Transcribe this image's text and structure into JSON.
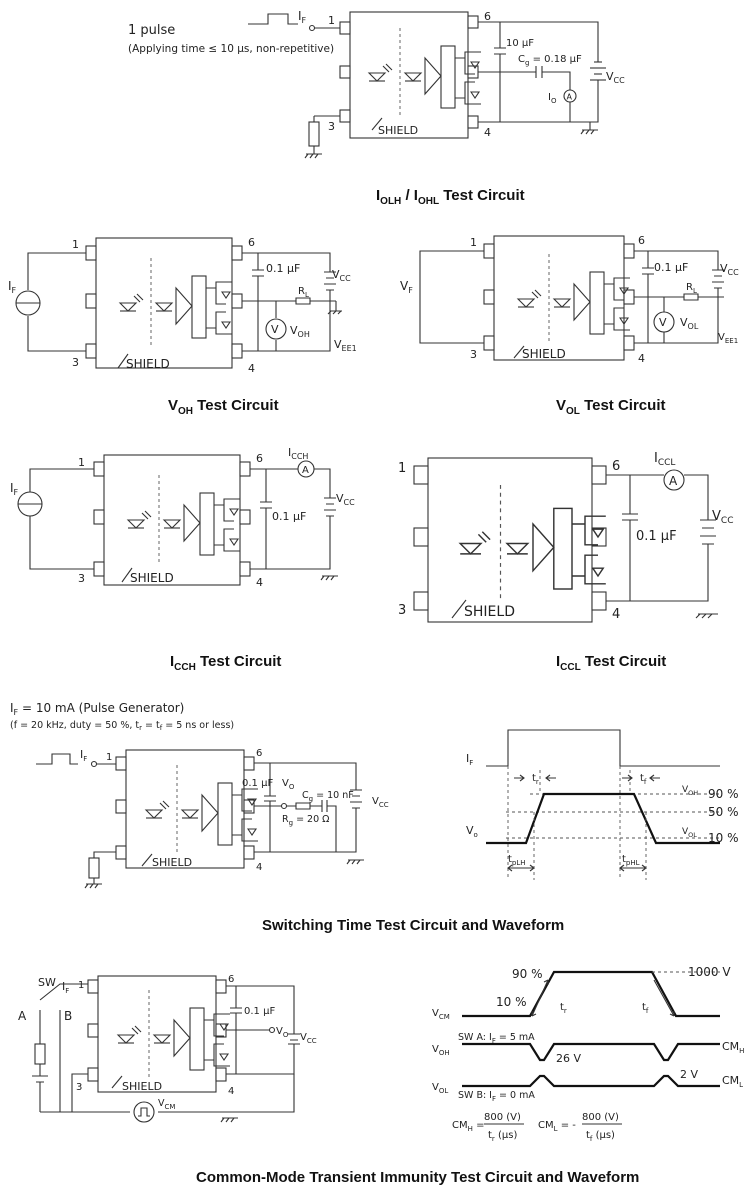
{
  "circuits": {
    "iolh": {
      "pulse_label": "1 pulse",
      "pulse_note": "(Applying time ≤ 10 μs, non-repetitive)",
      "if_label": "I",
      "if_sub": "F",
      "cap1": "10 μF",
      "cg_label": "C",
      "cg_sub": "g",
      "cg_value": " = 0.18 μF",
      "io_label": "I",
      "io_sub": "O",
      "ammeter": "A",
      "vcc_label": "V",
      "vcc_sub": "CC",
      "shield": "SHIELD",
      "pins": [
        "1",
        "6",
        "3",
        "4"
      ],
      "title_a": "I",
      "title_a_sub": "OLH",
      "title_b": " / I",
      "title_b_sub": "OHL",
      "title_c": " Test Circuit"
    },
    "voh": {
      "if_label": "I",
      "if_sub": "F",
      "cap": "0.1 μF",
      "vcc_label": "V",
      "vcc_sub": "CC",
      "rl_label": "R",
      "rl_sub": "L",
      "meter": "V",
      "vo_label": "V",
      "vo_sub": "OH",
      "vee_label": "V",
      "vee_sub": "EE1",
      "shield": "SHIELD",
      "pins": [
        "1",
        "6",
        "3",
        "4"
      ],
      "title": "V",
      "title_sub": "OH",
      "title_rest": " Test Circuit"
    },
    "vol": {
      "vf_label": "V",
      "vf_sub": "F",
      "cap": "0.1 μF",
      "vcc_label": "V",
      "vcc_sub": "CC",
      "rl_label": "R",
      "rl_sub": "L",
      "meter": "V",
      "vo_label": "V",
      "vo_sub": "OL",
      "vee_label": "V",
      "vee_sub": "EE1",
      "shield": "SHIELD",
      "pins": [
        "1",
        "6",
        "3",
        "4"
      ],
      "title": "V",
      "title_sub": "OL",
      "title_rest": " Test Circuit"
    },
    "icch": {
      "if_label": "I",
      "if_sub": "F",
      "icc_label": "I",
      "icc_sub": "CCH",
      "ammeter": "A",
      "cap": "0.1 μF",
      "vcc_label": "V",
      "vcc_sub": "CC",
      "shield": "SHIELD",
      "pins": [
        "1",
        "6",
        "3",
        "4"
      ],
      "title": "I",
      "title_sub": "CCH",
      "title_rest": " Test Circuit"
    },
    "iccl": {
      "icc_label": "I",
      "icc_sub": "CCL",
      "ammeter": "A",
      "cap": "0.1 μF",
      "vcc_label": "V",
      "vcc_sub": "CC",
      "shield": "SHIELD",
      "pins": [
        "1",
        "6",
        "3",
        "4"
      ],
      "title": "I",
      "title_sub": "CCL",
      "title_rest": " Test Circuit"
    },
    "switching": {
      "if_cond_label": "I",
      "if_cond_sub": "F",
      "if_cond_value": " = 10 mA (Pulse Generator)",
      "cond_note": "(f = 20 kHz, duty = 50 %, t",
      "cond_tr_sub": "r",
      "cond_mid": " = t",
      "cond_tf_sub": "f",
      "cond_end": " = 5 ns or less)",
      "if_label": "I",
      "if_sub": "F",
      "cap": "0.1 μF",
      "vo_label": "V",
      "vo_sub": "O",
      "cg_label": "C",
      "cg_sub": "g",
      "cg_value": " = 10 nF",
      "rg_label": "R",
      "rg_sub": "g",
      "rg_value": " = 20 Ω",
      "vcc_label": "V",
      "vcc_sub": "CC",
      "shield": "SHIELD",
      "pins": [
        "1",
        "6",
        "4"
      ],
      "wave": {
        "if_label": "I",
        "if_sub": "F",
        "vo_label": "V",
        "vo_sub": "o",
        "voh_label": "V",
        "voh_sub": "OH",
        "vol_label": "V",
        "vol_sub": "OL",
        "tr_label": "t",
        "tr_sub": "r",
        "tf_label": "t",
        "tf_sub": "f",
        "tplh_label": "t",
        "tplh_sub": "pLH",
        "tphl_label": "t",
        "tphl_sub": "pHL",
        "p90": "90 %",
        "p50": "50 %",
        "p10": "10 %"
      },
      "title": "Switching Time Test Circuit and Waveform"
    },
    "cmti": {
      "sw_label": "SW",
      "a_label": "A",
      "b_label": "B",
      "if_label": "I",
      "if_sub": "F",
      "cap": "0.1 μF",
      "vo_label": "V",
      "vo_sub": "O",
      "vcc_label": "V",
      "vcc_sub": "CC",
      "vcm_label": "V",
      "vcm_sub": "CM",
      "shield": "SHIELD",
      "pins": [
        "1",
        "6",
        "3",
        "4"
      ],
      "wave": {
        "p90": "90 %",
        "p10": "10 %",
        "v1000": "1000 V",
        "vcm_label": "V",
        "vcm_sub": "CM",
        "tr_label": "t",
        "tr_sub": "r",
        "tf_label": "t",
        "tf_sub": "f",
        "voh_label": "V",
        "voh_sub": "OH",
        "vol_label": "V",
        "vol_sub": "OL",
        "swa": "SW A: I",
        "swa_sub": "F",
        "swa_val": " = 5 mA",
        "swb": "SW B: I",
        "swb_sub": "F",
        "swb_val": " = 0 mA",
        "v26": "26 V",
        "v2": "2 V",
        "cmh_label": "CM",
        "cmh_sub": "H",
        "cml_label": "CM",
        "cml_sub": "L",
        "f_cmh": "CM",
        "f_cmh_sub": "H",
        "f_eq": " = ",
        "f_num": "800 (V)",
        "f_den": "t",
        "f_den_sub": "r",
        "f_den_unit": " (μs)",
        "f_cml": "CM",
        "f_cml_sub": "L",
        "f_eq2": " = - ",
        "f_num2": "800 (V)",
        "f_den2": "t",
        "f_den2_sub": "f",
        "f_den2_unit": " (μs)"
      },
      "title": "Common-Mode Transient Immunity Test Circuit and Waveform"
    }
  }
}
